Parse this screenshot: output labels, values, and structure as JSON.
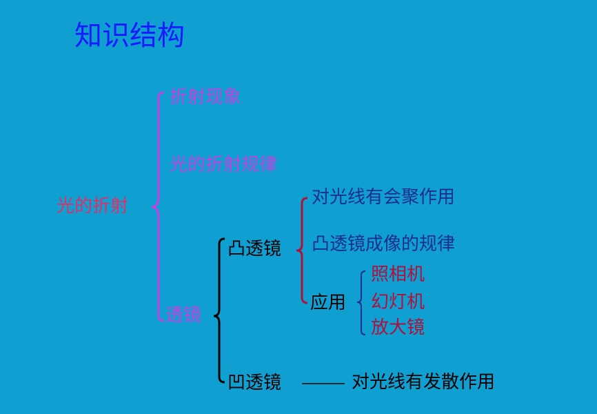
{
  "title": "知识结构",
  "root": "光的折射",
  "level1": {
    "refraction_phenomenon": "折射现象",
    "refraction_law": "光的折射规律",
    "lens": "透镜"
  },
  "lens_types": {
    "convex": "凸透镜",
    "concave": "凹透镜"
  },
  "convex_children": {
    "converge": "对光线有会聚作用",
    "imaging_law": "凸透镜成像的规律",
    "application": "应用"
  },
  "applications": [
    "照相机",
    "幻灯机",
    "放大镜"
  ],
  "concave_child": "对光线有发散作用",
  "colors": {
    "background": "#0f9fd0",
    "title": "#1a1aff",
    "root": "#e0306a",
    "level1": "#c040e0",
    "lens_types": "#000000",
    "convex_children": "#1c2f8a",
    "applications": "#b0103c",
    "brace_level1": "#c040e0",
    "brace_lens": "#000000",
    "brace_convex": "#b0103c",
    "brace_apps": "#1c2f8a"
  }
}
